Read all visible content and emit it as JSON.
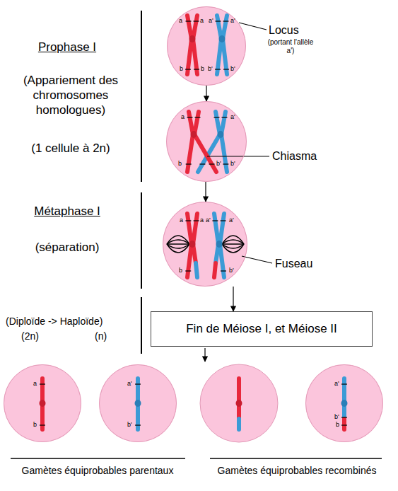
{
  "diagram": {
    "nodes": [
      {
        "text": [
          "a",
          "a",
          "a'",
          "a'",
          "b",
          "b",
          "b'",
          "b'"
        ]
      },
      {
        "text": [
          "a",
          "a'",
          "b",
          "b'",
          "b'"
        ]
      },
      {
        "text": [
          "a",
          "a",
          "a'",
          "a'",
          "b",
          "b'"
        ]
      },
      {
        "text": [
          "Fin de Méiose I, et Méiose II"
        ]
      },
      {
        "text": [
          "a",
          "b"
        ]
      },
      {
        "text": [
          "a'",
          "b'"
        ]
      },
      {
        "text": [
          "a'",
          "b'",
          "b"
        ]
      }
    ],
    "edges": [
      {
        "from": 0,
        "to": 1,
        "arrow": "to"
      },
      {
        "from": 1,
        "to": 2,
        "arrow": "to"
      },
      {
        "from": 2,
        "to": 3,
        "arrow": "to"
      }
    ],
    "labels": [
      "Prophase I",
      "(Appariement des chromosomes homologues)",
      "(1 cellule à 2n)",
      "Locus",
      "(portant l'allèle a')",
      "Chiasma",
      "Métaphase I",
      "(séparation)",
      "Fuseau",
      "(Diploïde -> Haploïde)",
      "(2n)",
      "(n)",
      "Gamètes équiprobables parentaux",
      "Gamètes équiprobables recombinés"
    ]
  }
}
